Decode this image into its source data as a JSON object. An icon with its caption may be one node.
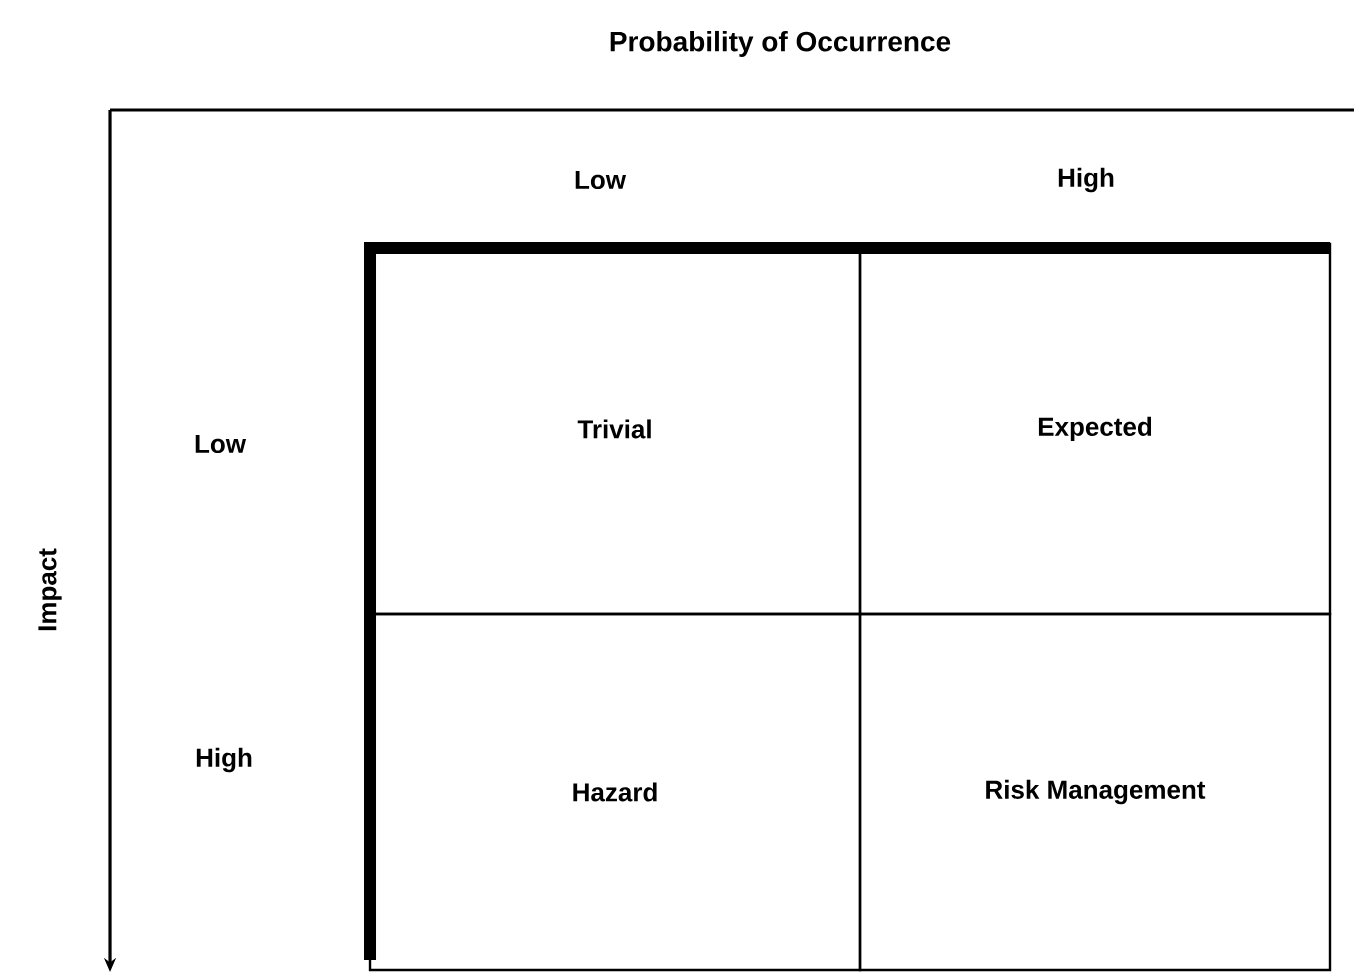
{
  "diagram": {
    "title": "Probability of Occurrence",
    "nodes": [
      {
        "text": [
          "Trivial"
        ]
      },
      {
        "text": [
          "Expected"
        ]
      },
      {
        "text": [
          "Hazard"
        ]
      },
      {
        "text": [
          "Risk Management"
        ]
      }
    ],
    "edges": [],
    "labels": [
      "Low",
      "High",
      "Low",
      "High",
      "Impact"
    ]
  }
}
